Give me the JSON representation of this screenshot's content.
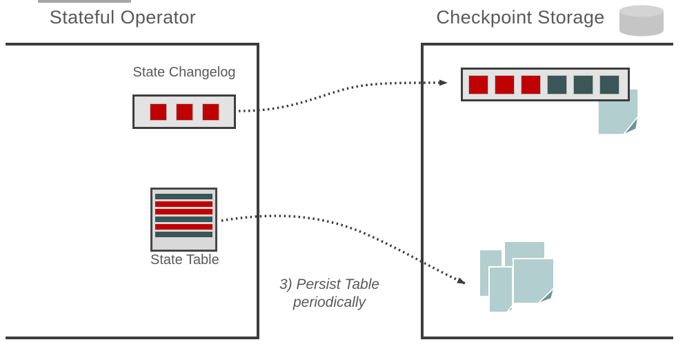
{
  "colors": {
    "border-dark": "#3d3d3d",
    "text-gray": "#595959",
    "red": "#c00101",
    "teal": "#3a5656",
    "container-bg": "#e3e3e3",
    "table-bg": "#d9d9d9",
    "doc": "#b2cecf",
    "doc-fold": "#6f9394",
    "cylinder": "#c5c5c5",
    "cylinder-top": "#d4d4d4",
    "remnant": "#a6a6a6",
    "arrow": "#3d3d3d"
  },
  "left_panel": {
    "title": "Stateful Operator",
    "changelog_label": "State Changelog",
    "changelog_cells": [
      "red",
      "red",
      "red"
    ],
    "table_label": "State Table",
    "table_stripes": [
      "teal",
      "red",
      "red",
      "teal",
      "red",
      "teal"
    ]
  },
  "right_panel": {
    "title": "Checkpoint Storage",
    "storage_icon": "database-cylinder-icon",
    "changelog_cells": [
      "red",
      "red",
      "red",
      "teal",
      "teal",
      "teal"
    ],
    "file_icons": [
      "single-file-with-folded-corner",
      "stack-of-four-files"
    ]
  },
  "annotation": {
    "line1": "3) Persist Table",
    "line2": "periodically"
  },
  "arrows": [
    {
      "name": "changelog-to-checkpoint-arrow",
      "style": "dotted-curve"
    },
    {
      "name": "table-to-files-arrow",
      "style": "dotted-curve"
    }
  ]
}
